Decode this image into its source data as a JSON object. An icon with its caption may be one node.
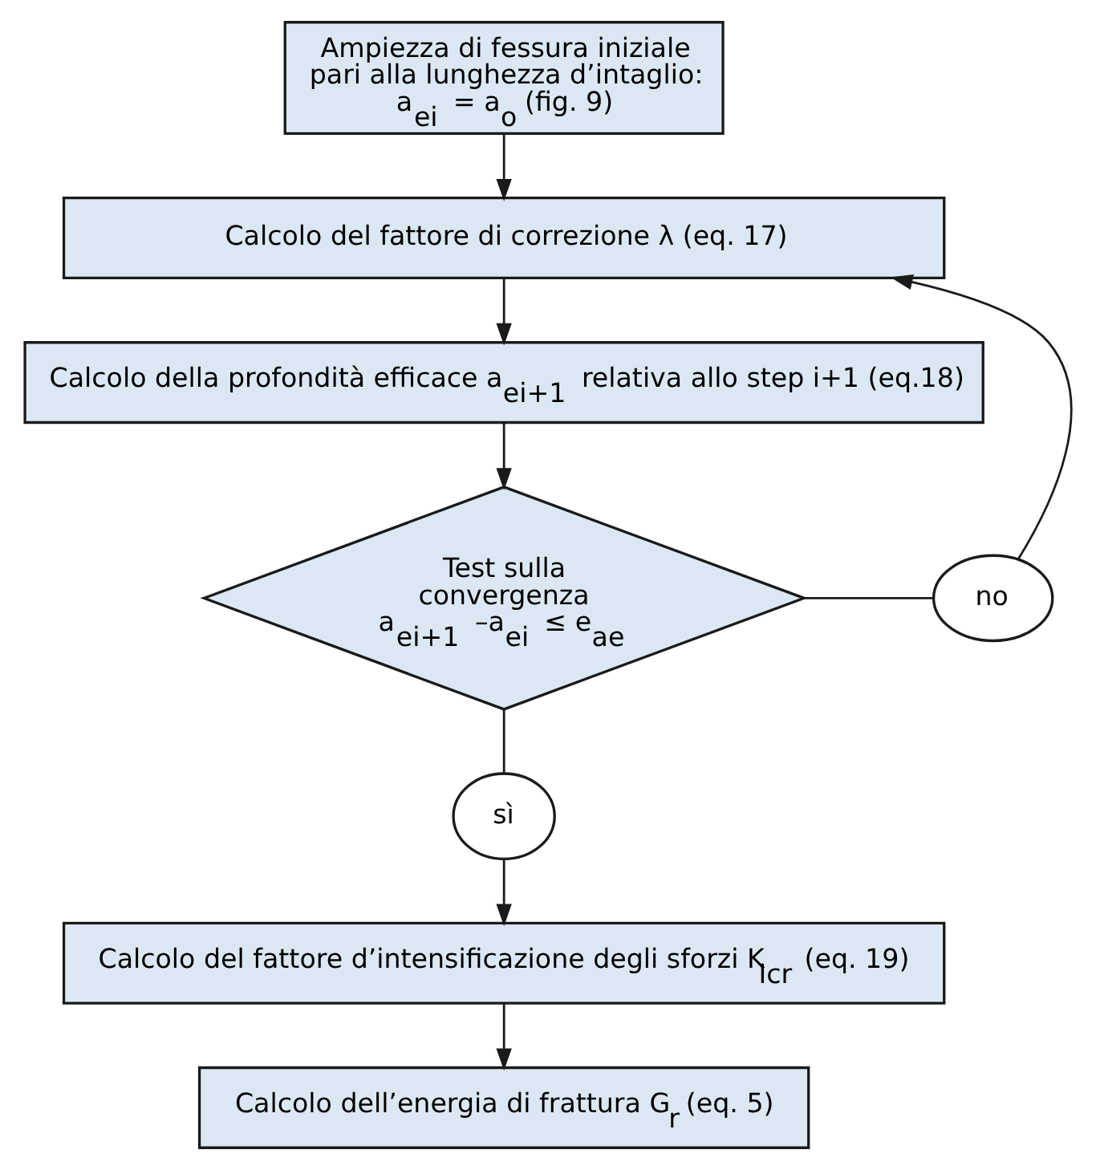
{
  "diagram": {
    "nodes": [
      {
        "text": [
          "Ampiezza di fessura iniziale pari alla lunghezza d’intaglio: a$_{ei}$ = a$_{o}$ (fig. 9)"
        ]
      },
      {
        "text": [
          "Calcolo del fattore di correzione λ (eq. 17)"
        ]
      },
      {
        "text": [
          "Calcolo della profondità efficace a$_{ei+1}$ relativa allo step i+1 (eq.18)"
        ]
      },
      {
        "text": [
          "Test sulla convergenza a$_{ei+1}$ –a$_{ei}$ ≤ e$_{ae}$"
        ]
      },
      {
        "text": [
          "no"
        ]
      },
      {
        "text": [
          "sì"
        ]
      },
      {
        "text": [
          "Calcolo del fattore d’intensificazione degli sforzi K$_{Icr}$ (eq. 19)"
        ]
      },
      {
        "text": [
          "Calcolo dell’energia di frattura G$_{r}$ (eq. 5)"
        ]
      }
    ],
    "edges": [
      {
        "from": 0,
        "to": 1,
        "arrow": "to"
      },
      {
        "from": 1,
        "to": 2,
        "arrow": "to"
      },
      {
        "from": 2,
        "to": 3,
        "arrow": "to"
      },
      {
        "from": 3,
        "to": 4,
        "arrow": "none"
      },
      {
        "from": 4,
        "to": 1,
        "arrow": "to"
      },
      {
        "from": 3,
        "to": 5,
        "arrow": "none"
      },
      {
        "from": 5,
        "to": 6,
        "arrow": "to"
      },
      {
        "from": 6,
        "to": 7,
        "arrow": "to"
      }
    ]
  }
}
